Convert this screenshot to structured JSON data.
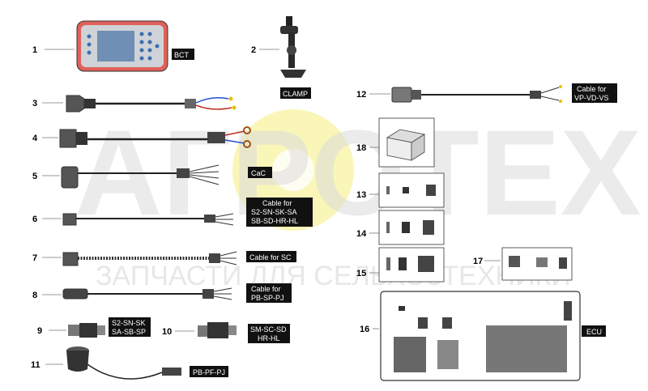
{
  "watermark": {
    "main": "АГРОТЕХ",
    "sub": "ЗАПЧАСТИ ДЛЯ СЕЛЬХОЗТЕХНИКИ"
  },
  "parts": [
    {
      "num": "1",
      "label": [
        "BCT"
      ]
    },
    {
      "num": "2",
      "label": [
        "CLAMP"
      ]
    },
    {
      "num": "3",
      "label": []
    },
    {
      "num": "4",
      "label": []
    },
    {
      "num": "5",
      "label": [
        "CaC"
      ]
    },
    {
      "num": "6",
      "label": [
        "Cable for",
        "S2-SN-SK-SA",
        "SB-SD-HR-HL"
      ]
    },
    {
      "num": "7",
      "label": [
        "Cable for SC"
      ]
    },
    {
      "num": "8",
      "label": [
        "Cable for",
        "PB-SP-PJ"
      ]
    },
    {
      "num": "9",
      "label": [
        "S2-SN-SK",
        "SA-SB-SP"
      ]
    },
    {
      "num": "10",
      "label": [
        "SM-SC-SD",
        "HR-HL"
      ]
    },
    {
      "num": "11",
      "label": [
        "PB-PF-PJ"
      ]
    },
    {
      "num": "12",
      "label": [
        "Cable for",
        "VP-VD-VS"
      ]
    },
    {
      "num": "13",
      "label": []
    },
    {
      "num": "14",
      "label": []
    },
    {
      "num": "15",
      "label": []
    },
    {
      "num": "16",
      "label": [
        "ECU"
      ]
    },
    {
      "num": "17",
      "label": []
    },
    {
      "num": "18",
      "label": []
    }
  ],
  "colors": {
    "label_bg": "#111111",
    "label_text": "#ffffff",
    "watermark_gear": "#f7f3a0",
    "display_frame": "#e0605a",
    "display_screen": "#6f8fb4"
  }
}
